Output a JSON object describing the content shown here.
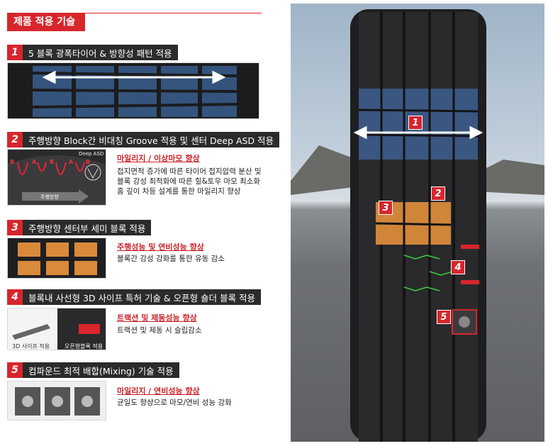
{
  "heading": "제품 적용 기술",
  "sections": [
    {
      "num": "1",
      "title": "5 블록 광폭타이어 & 방향성 패턴 적용"
    },
    {
      "num": "2",
      "title": "주행방향 Block간 비대칭 Groove 적용 및 센터 Deep ASD 적용",
      "benefit": "마일리지 / 이상마모 향상",
      "desc": [
        "접지면적 증가에 따른 타이어 접지압력 분산 및",
        "블록 강성 최적화에 따른 힐&토우 마모 최소화",
        "홈 깊이 차등 설계를 통한 마일리지 향상"
      ],
      "labels": {
        "b1": "B",
        "a1": "A",
        "b2": "B",
        "a2": "A",
        "b3": "B",
        "deep": "Deep ASD",
        "direction": "주행방향"
      }
    },
    {
      "num": "3",
      "title": "주행방향 센터부 세미 블록 적용",
      "benefit": "주행성능 및 연비성능 향상",
      "desc": [
        "블록간 강성 강화를 통한 유동 감소"
      ]
    },
    {
      "num": "4",
      "title": "블록내 사선형 3D 사이프 특허 기술 & 오픈형 숄더 블록 적용",
      "benefit": "트랙션 및 제동성능 향상",
      "desc": [
        "트랙션 및 제동 시 슬립감소"
      ],
      "captions": [
        "3D 사이프 적용",
        "오픈형블록 적용"
      ]
    },
    {
      "num": "5",
      "title": "컴파운드 최적 배합(Mixing) 기술 적용",
      "benefit": "마일리지 / 연비성능 향상",
      "desc": [
        "균일도 향상으로 마모/연비 성능 강화"
      ]
    }
  ],
  "tire_badges": [
    "1",
    "2",
    "3",
    "4",
    "5"
  ],
  "colors": {
    "accent": "#d7262c",
    "header_bg": "#2b2b2b",
    "blue_block": "#3b5a86",
    "orange_block": "#d98a3a"
  }
}
